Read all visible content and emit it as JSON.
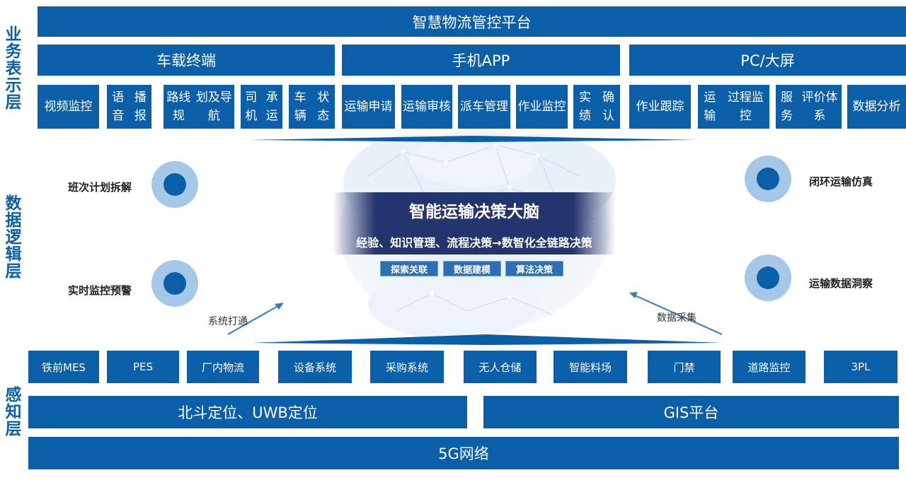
{
  "layers": {
    "presentation": [
      "业",
      "务",
      "表",
      "示",
      "层"
    ],
    "logic": [
      "数",
      "据",
      "逻",
      "辑",
      "层"
    ],
    "perception": [
      "感",
      "知",
      "层"
    ]
  },
  "platform": {
    "title": "智慧物流管控平台"
  },
  "terminals": [
    "车载终端",
    "手机APP",
    "PC/大屏"
  ],
  "functions": [
    [
      "视频",
      "监控"
    ],
    [
      "语音",
      "播报"
    ],
    [
      "路线规",
      "划及导航"
    ],
    [
      "司机",
      "承运"
    ],
    [
      "车辆",
      "状态"
    ],
    [
      "运输",
      "申请"
    ],
    [
      "运输",
      "审核"
    ],
    [
      "派车",
      "管理"
    ],
    [
      "作业",
      "监控"
    ],
    [
      "实绩",
      "确认"
    ],
    [
      "作业",
      "跟踪"
    ],
    [
      "运输",
      "过程监控"
    ],
    [
      "服务",
      "评价体系"
    ],
    [
      "数据",
      "分析"
    ]
  ],
  "brain": {
    "title": "智能运输决策大脑",
    "subtitle": "经验、知识管理、流程决策→数智化全链路决策",
    "tags": [
      "探索关联",
      "数据建模",
      "算法决策"
    ]
  },
  "capabilities": {
    "left": [
      "班次计划拆解",
      "实时监控预警"
    ],
    "right": [
      "闭环运输仿真",
      "运输数据洞察"
    ]
  },
  "arrows": {
    "left": "系统打通",
    "right": "数据采集"
  },
  "systems": [
    "铁前MES",
    "PES",
    "厂内物流",
    "设备系统",
    "采购系统",
    "无人仓储",
    "智能料场",
    "门禁",
    "道路监控",
    "3PL"
  ],
  "infrastructure": {
    "positioning": "北斗定位、UWB定位",
    "gis": "GIS平台",
    "network": "5G网络"
  },
  "colors": {
    "primary": "#0b5ea8",
    "node_outer": "#a6c8e8",
    "brain_band": "#1a2a66"
  }
}
